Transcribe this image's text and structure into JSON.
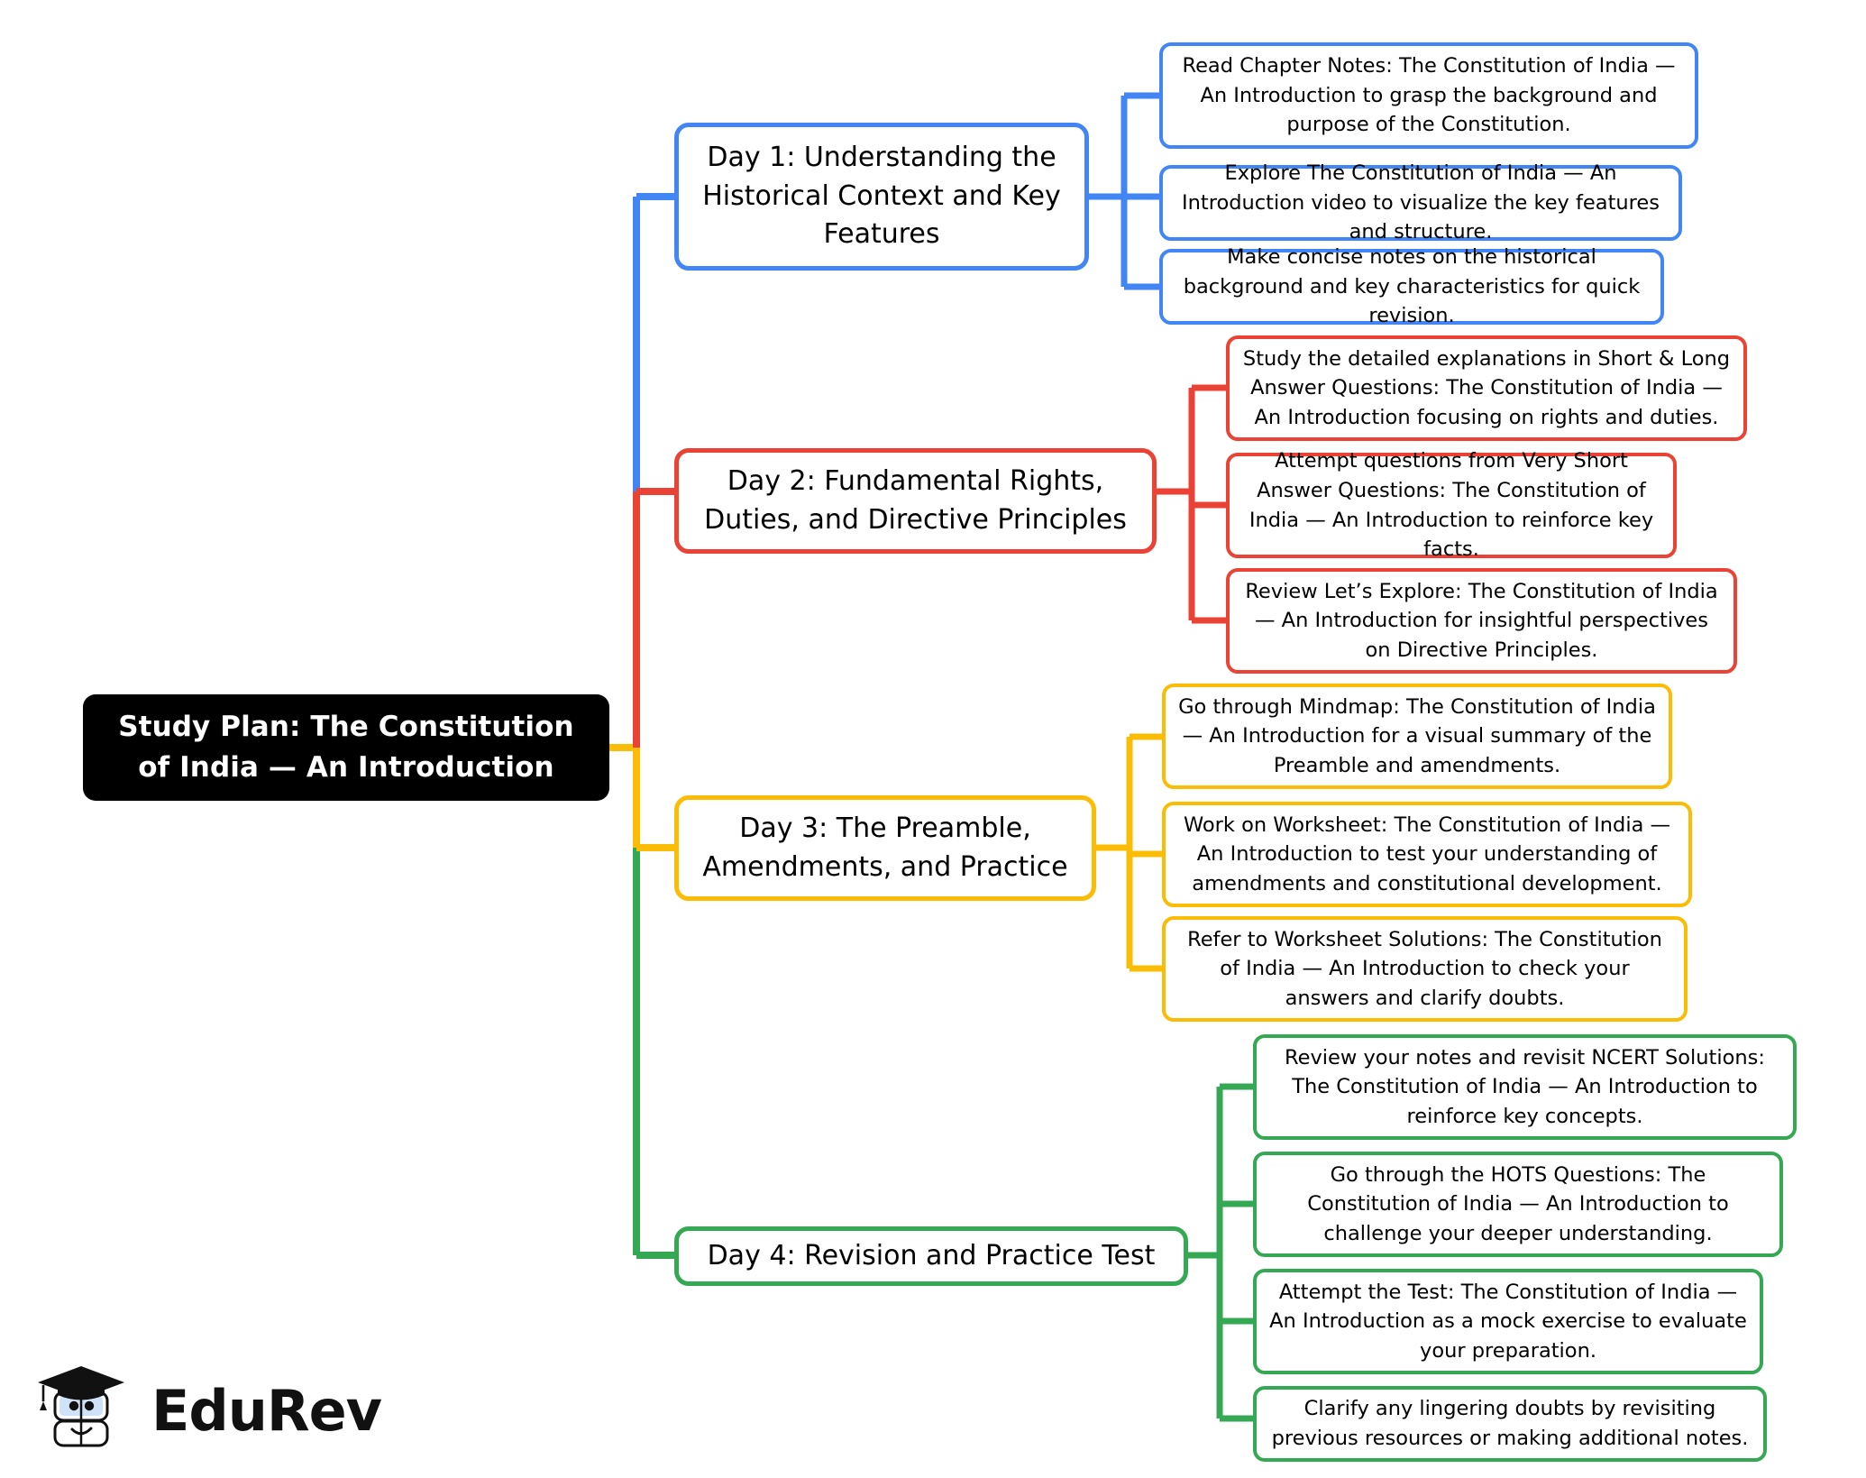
{
  "root": {
    "label": "Study Plan: The Constitution of India — An Introduction"
  },
  "colors": {
    "root_background": "#000000",
    "root_text": "#ffffff",
    "day1": "#4285F4",
    "day2": "#EA4335",
    "day3": "#FBBC05",
    "day4": "#34A853",
    "canvas": "#ffffff",
    "node_text": "#000000"
  },
  "branches": [
    {
      "id": "day1",
      "label": "Day 1: Understanding the Historical Context and Key Features",
      "color": "#4285F4",
      "children": [
        {
          "label": "Read Chapter Notes: The Constitution of India — An Introduction to grasp the background and purpose of the Constitution."
        },
        {
          "label": "Explore The Constitution of India — An Introduction video to visualize the key features and structure."
        },
        {
          "label": "Make concise notes on the historical background and key characteristics for quick revision."
        }
      ]
    },
    {
      "id": "day2",
      "label": "Day 2: Fundamental Rights, Duties, and Directive Principles",
      "color": "#EA4335",
      "children": [
        {
          "label": "Study the detailed explanations in Short & Long Answer Questions: The Constitution of India — An Introduction focusing on rights and duties."
        },
        {
          "label": "Attempt questions from Very Short Answer Questions: The Constitution of India — An Introduction to reinforce key facts."
        },
        {
          "label": "Review Let’s Explore: The Constitution of India — An Introduction for insightful perspectives on Directive Principles."
        }
      ]
    },
    {
      "id": "day3",
      "label": "Day 3: The Preamble, Amendments, and Practice",
      "color": "#FBBC05",
      "children": [
        {
          "label": "Go through Mindmap: The Constitution of India — An Introduction for a visual summary of the Preamble and amendments."
        },
        {
          "label": "Work on Worksheet: The Constitution of India — An Introduction to test your understanding of amendments and constitutional development."
        },
        {
          "label": "Refer to Worksheet Solutions: The Constitution of India — An Introduction to check your answers and clarify doubts."
        }
      ]
    },
    {
      "id": "day4",
      "label": "Day 4: Revision and Practice Test",
      "color": "#34A853",
      "children": [
        {
          "label": "Review your notes and revisit NCERT Solutions: The Constitution of India — An Introduction to reinforce key concepts."
        },
        {
          "label": "Go through the HOTS Questions: The Constitution of India — An Introduction to challenge your deeper understanding."
        },
        {
          "label": "Attempt the Test: The Constitution of India — An Introduction as a mock exercise to evaluate your preparation."
        },
        {
          "label": "Clarify any lingering doubts by revisiting previous resources or making additional notes."
        }
      ]
    }
  ],
  "branding": {
    "name": "EduRev",
    "logo_icon": "graduation-cap-book-mascot"
  }
}
